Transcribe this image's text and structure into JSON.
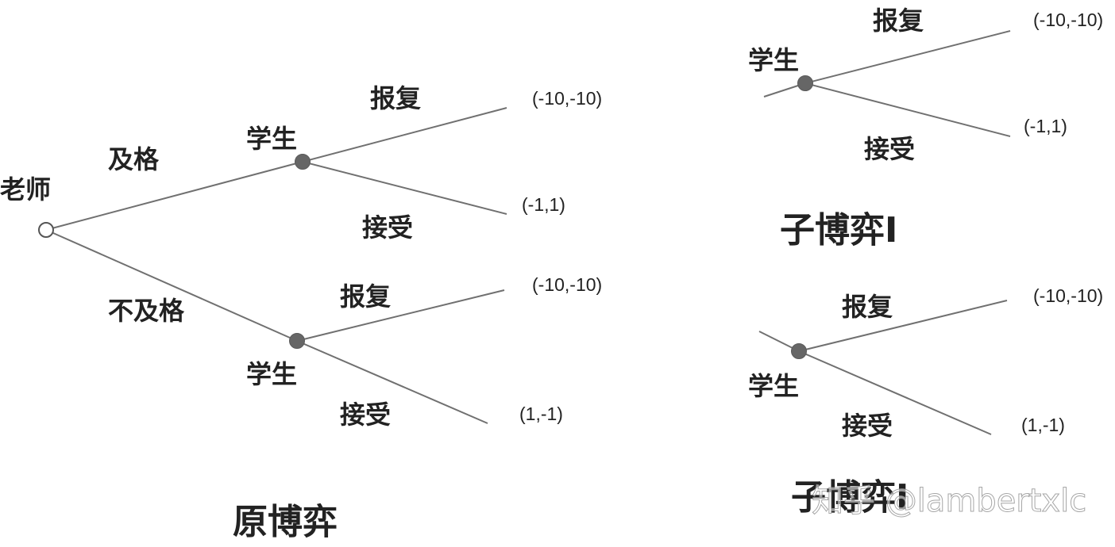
{
  "original_game": {
    "title": "原博弈",
    "root_player": "老师",
    "branches": {
      "pass": "及格",
      "fail": "不及格"
    },
    "upper_player": "学生",
    "lower_player": "学生",
    "upper_actions": {
      "retaliate": "报复",
      "accept": "接受"
    },
    "lower_actions": {
      "retaliate": "报复",
      "accept": "接受"
    },
    "payoffs": {
      "pass_retaliate": "(-10,-10)",
      "pass_accept": "(-1,1)",
      "fail_retaliate": "(-10,-10)",
      "fail_accept": "(1,-1)"
    }
  },
  "subgame_1": {
    "title": "子博弈I",
    "player": "学生",
    "actions": {
      "retaliate": "报复",
      "accept": "接受"
    },
    "payoffs": {
      "retaliate": "(-10,-10)",
      "accept": "(-1,1)"
    }
  },
  "subgame_2": {
    "title": "子博弈I",
    "player": "学生",
    "actions": {
      "retaliate": "报复",
      "accept": "接受"
    },
    "payoffs": {
      "retaliate": "(-10,-10)",
      "accept": "(1,-1)"
    }
  },
  "watermark": "知乎 @lambertxlc",
  "colors": {
    "edge": "#707070",
    "node_fill": "#666666",
    "text": "#222222"
  }
}
